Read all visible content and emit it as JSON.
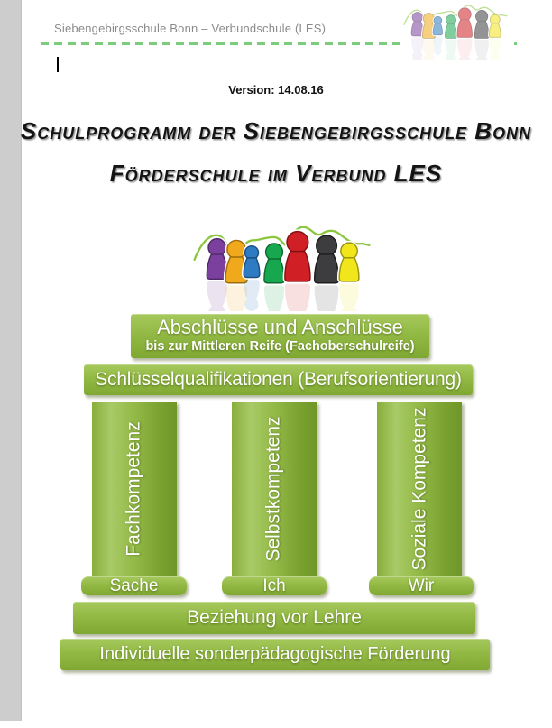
{
  "header": {
    "school_name": "Siebengebirgsschule Bonn – Verbundschule (LES)"
  },
  "document": {
    "version_label": "Version: 14.08.16",
    "title_line1": "Schulprogramm der Siebengebirgsschule Bonn",
    "title_line2": "Förderschule im Verbund LES"
  },
  "diagram": {
    "top_box": {
      "line1": "Abschlüsse und Anschlüsse",
      "line2": "bis zur Mittleren Reife (Fachoberschulreife)"
    },
    "qualifications_box": "Schlüsselqualifikationen (Berufsorientierung)",
    "pillars": [
      {
        "label": "Fachkompetenz",
        "base": "Sache"
      },
      {
        "label": "Selbstkompetenz",
        "base": "Ich"
      },
      {
        "label": "Soziale Kompetenz",
        "base": "Wir"
      }
    ],
    "foundation_bar1": "Beziehung vor Lehre",
    "foundation_bar2": "Individuelle sonderpädagogische Förderung"
  },
  "illustration": {
    "wave_color": "#8cc63f",
    "people": [
      {
        "name": "purple-figure",
        "fill": "#7b3f9e",
        "stroke": "#4f2a68"
      },
      {
        "name": "orange-figure",
        "fill": "#f0a81c",
        "stroke": "#9c6d09"
      },
      {
        "name": "blue-figure",
        "fill": "#2e7bc4",
        "stroke": "#1c4e7e"
      },
      {
        "name": "green-figure",
        "fill": "#17a84f",
        "stroke": "#0c6a31"
      },
      {
        "name": "red-figure",
        "fill": "#d02026",
        "stroke": "#821114"
      },
      {
        "name": "dark-figure",
        "fill": "#3d3d3f",
        "stroke": "#1c1c1d"
      },
      {
        "name": "yellow-figure",
        "fill": "#f1e51c",
        "stroke": "#9b930a"
      }
    ]
  },
  "colors": {
    "shape_green": "#8db43f",
    "dashed_divider": "#7ccc7c",
    "header_text": "#8a8a8a",
    "page_edge": "#cdcdcd"
  }
}
